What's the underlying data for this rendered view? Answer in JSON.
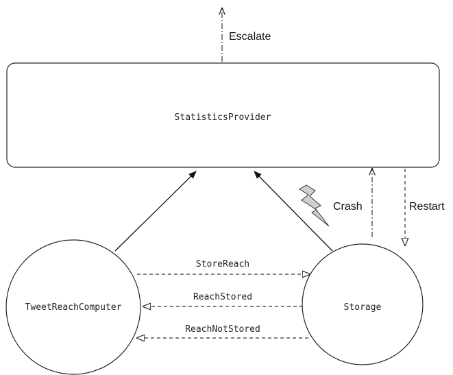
{
  "nodes": {
    "supervisor": "StatisticsProvider",
    "computer": "TweetReachComputer",
    "storage": "Storage"
  },
  "edges": {
    "escalate": "Escalate",
    "crash": "Crash",
    "restart": "Restart",
    "store_reach": "StoreReach",
    "reach_stored": "ReachStored",
    "reach_not_stored": "ReachNotStored"
  },
  "icons": {
    "crash": "lightning-bolt-icon"
  }
}
